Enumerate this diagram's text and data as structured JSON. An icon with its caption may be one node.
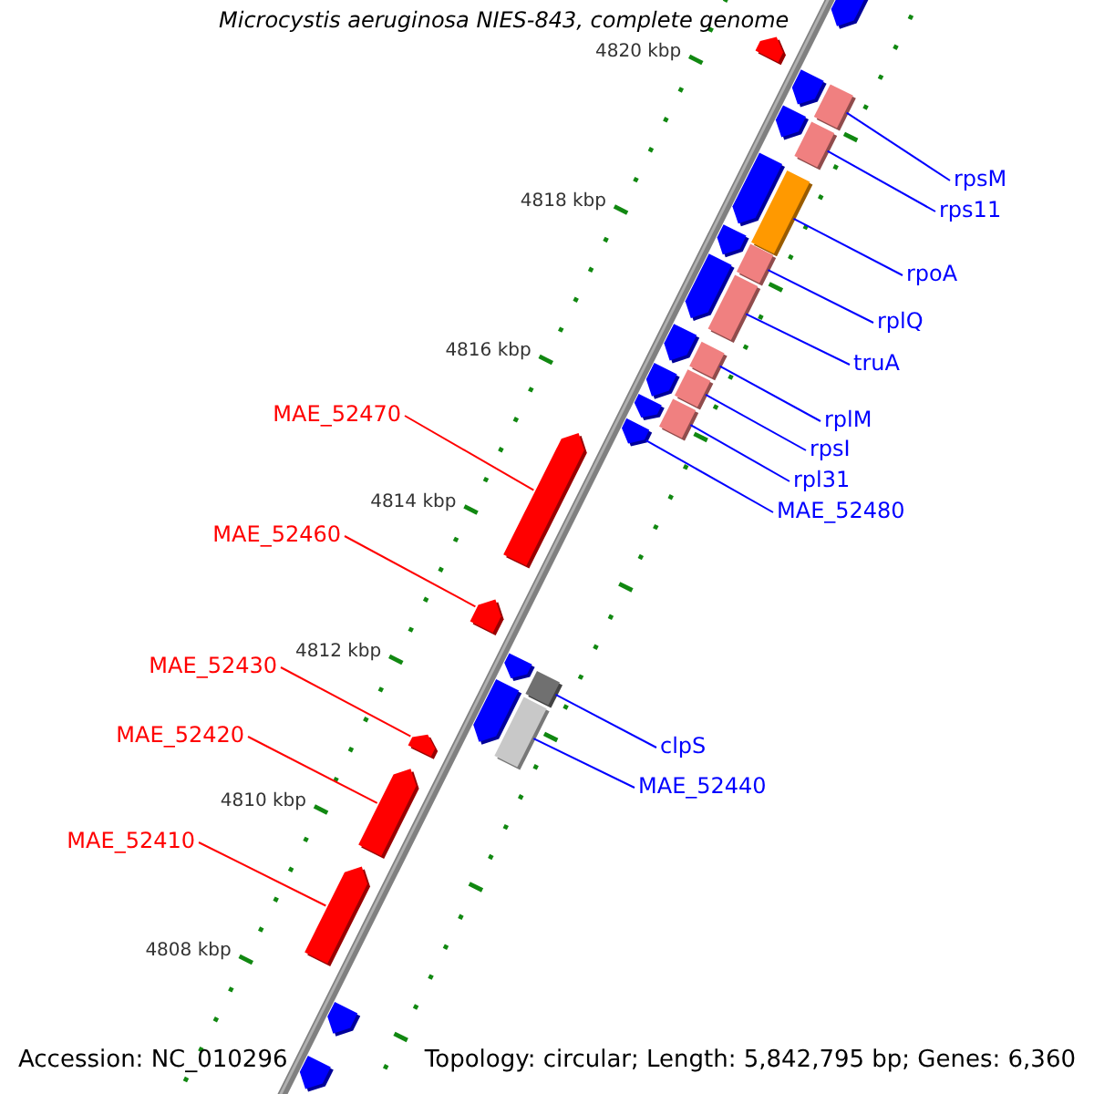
{
  "diagram": {
    "title": "Microcystis aeruginosa NIES-843, complete genome",
    "nodes": [
      {
        "text": [
          "rpsM"
        ]
      },
      {
        "text": [
          "rps11"
        ]
      },
      {
        "text": [
          "rpoA"
        ]
      },
      {
        "text": [
          "rplQ"
        ]
      },
      {
        "text": [
          "truA"
        ]
      },
      {
        "text": [
          "MAE_52470"
        ]
      },
      {
        "text": [
          "rplM"
        ]
      },
      {
        "text": [
          "rpsI"
        ]
      },
      {
        "text": [
          "rpl31"
        ]
      },
      {
        "text": [
          "MAE_52480"
        ]
      },
      {
        "text": [
          "MAE_52460"
        ]
      },
      {
        "text": [
          "MAE_52430"
        ]
      },
      {
        "text": [
          "MAE_52420"
        ]
      },
      {
        "text": [
          "clpS"
        ]
      },
      {
        "text": [
          "MAE_52440"
        ]
      },
      {
        "text": [
          "MAE_52410"
        ]
      },
      {
        "text": [],
        "shape": "bar"
      },
      {
        "text": [],
        "shape": "bar"
      },
      {
        "text": [],
        "shape": "bar"
      },
      {
        "text": [],
        "shape": "bar"
      },
      {
        "text": [],
        "shape": "bar"
      },
      {
        "text": [],
        "shape": "bar"
      },
      {
        "text": [],
        "shape": "bar"
      },
      {
        "text": [],
        "shape": "bar"
      },
      {
        "text": [],
        "shape": "bar"
      },
      {
        "text": [],
        "shape": "bar"
      },
      {
        "text": [],
        "shape": "bar"
      },
      {
        "text": [],
        "shape": "bar"
      },
      {
        "text": [],
        "shape": "bar"
      },
      {
        "text": [],
        "shape": "bar"
      },
      {
        "text": [],
        "shape": "bar"
      },
      {
        "text": [],
        "shape": "bar"
      },
      {
        "text": [],
        "shape": "bar"
      },
      {
        "text": [],
        "shape": "bar"
      },
      {
        "text": [],
        "shape": "bar"
      },
      {
        "text": [],
        "shape": "bar"
      },
      {
        "text": [],
        "shape": "bar"
      },
      {
        "text": [],
        "shape": "bar"
      },
      {
        "text": [],
        "shape": "bar"
      },
      {
        "text": [],
        "shape": "bar"
      },
      {
        "text": [],
        "shape": "bar"
      },
      {
        "text": [],
        "shape": "bar"
      },
      {
        "text": [],
        "shape": "bar"
      },
      {
        "text": [],
        "shape": "bar"
      },
      {
        "text": [],
        "shape": "bar"
      },
      {
        "text": [],
        "shape": "bar"
      }
    ],
    "edges": [
      {
        "from": 0,
        "to": 16,
        "arrow": "none"
      },
      {
        "from": 1,
        "to": 17,
        "arrow": "none"
      },
      {
        "from": 2,
        "to": 18,
        "arrow": "none"
      },
      {
        "from": 3,
        "to": 19,
        "arrow": "none"
      },
      {
        "from": 4,
        "to": 20,
        "arrow": "none"
      },
      {
        "from": 5,
        "to": 21,
        "arrow": "none",
        "color": "#ff0000"
      },
      {
        "from": 6,
        "to": 22,
        "arrow": "none"
      },
      {
        "from": 7,
        "to": 23,
        "arrow": "none"
      },
      {
        "from": 8,
        "to": 24,
        "arrow": "none"
      },
      {
        "from": 9,
        "to": 25,
        "arrow": "none"
      },
      {
        "from": 10,
        "to": 26,
        "arrow": "none",
        "color": "#ff0000"
      },
      {
        "from": 11,
        "to": 27,
        "arrow": "none",
        "color": "#ff0000"
      },
      {
        "from": 12,
        "to": 28,
        "arrow": "none",
        "color": "#ff0000"
      },
      {
        "from": 13,
        "to": 29,
        "arrow": "none"
      },
      {
        "from": 14,
        "to": 30,
        "arrow": "none"
      },
      {
        "from": 15,
        "to": 31,
        "arrow": "none",
        "color": "#ff0000"
      }
    ],
    "labels": [
      "4820 kbp",
      "4818 kbp",
      "4816 kbp",
      "4814 kbp",
      "4812 kbp",
      "4810 kbp",
      "4808 kbp",
      "Accession: NC_010296",
      "Topology: circular; Length: 5,842,795 bp; Genes: 6,360"
    ]
  }
}
